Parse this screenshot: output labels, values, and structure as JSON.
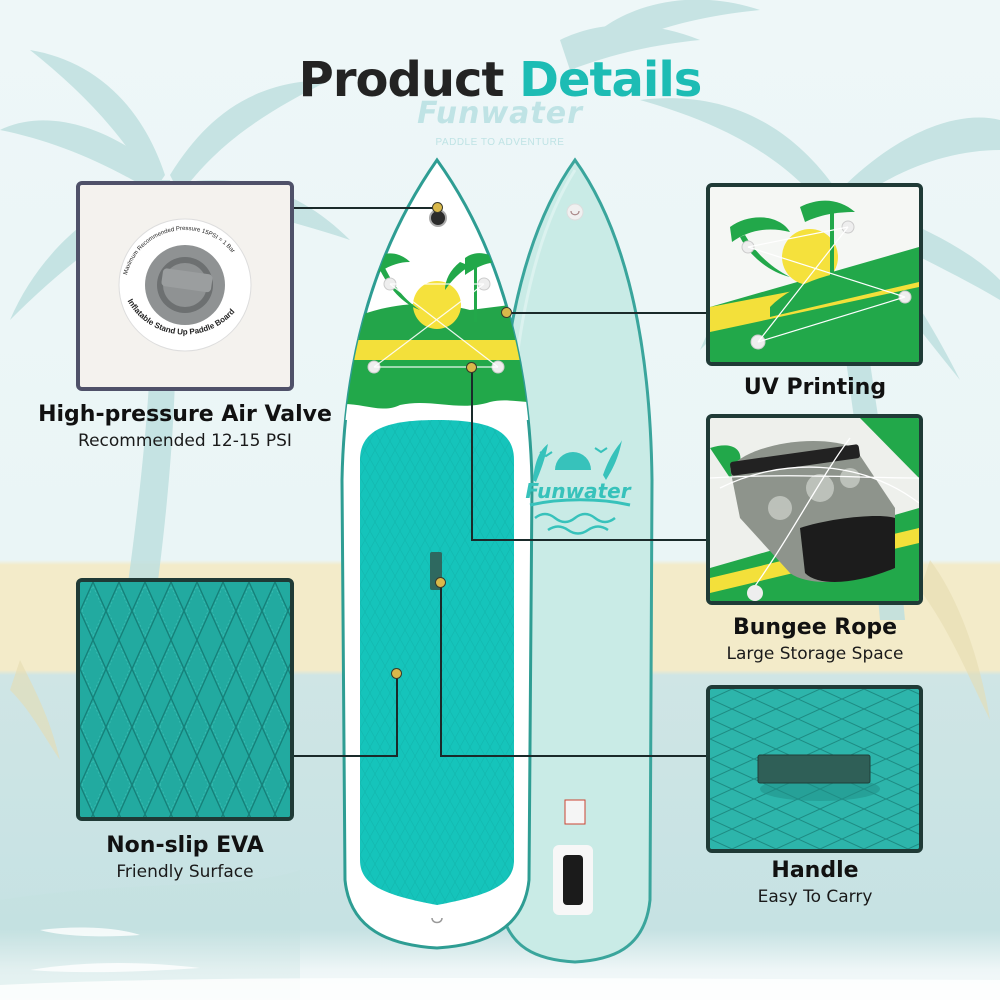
{
  "title": {
    "part1": "Product",
    "part2": "Details"
  },
  "brand": {
    "logo": "Funwater",
    "tagline": "PADDLE TO ADVENTURE"
  },
  "colors": {
    "accent": "#1dbcb4",
    "title_dark": "#232323",
    "board_teal": "#15c4bb",
    "board_back": "#c9ebe6",
    "card_border": "#1f3a36",
    "dot": "#d9b84a",
    "sand": "#f3ebc9"
  },
  "features": [
    {
      "id": "valve",
      "title": "High-pressure Air Valve",
      "subtitle": "Recommended 12-15 PSI",
      "valve_text_top": "Maximum Recommended Pressure 15PSI = 1 Bar",
      "valve_text_bottom": "Inflatable Stand Up Paddle Board"
    },
    {
      "id": "uv",
      "title": "UV Printing",
      "subtitle": ""
    },
    {
      "id": "bungee",
      "title": "Bungee Rope",
      "subtitle": "Large Storage Space"
    },
    {
      "id": "eva",
      "title": "Non-slip EVA",
      "subtitle": "Friendly Surface"
    },
    {
      "id": "handle",
      "title": "Handle",
      "subtitle": "Easy To Carry"
    }
  ],
  "board_back_logo": "Funwater"
}
